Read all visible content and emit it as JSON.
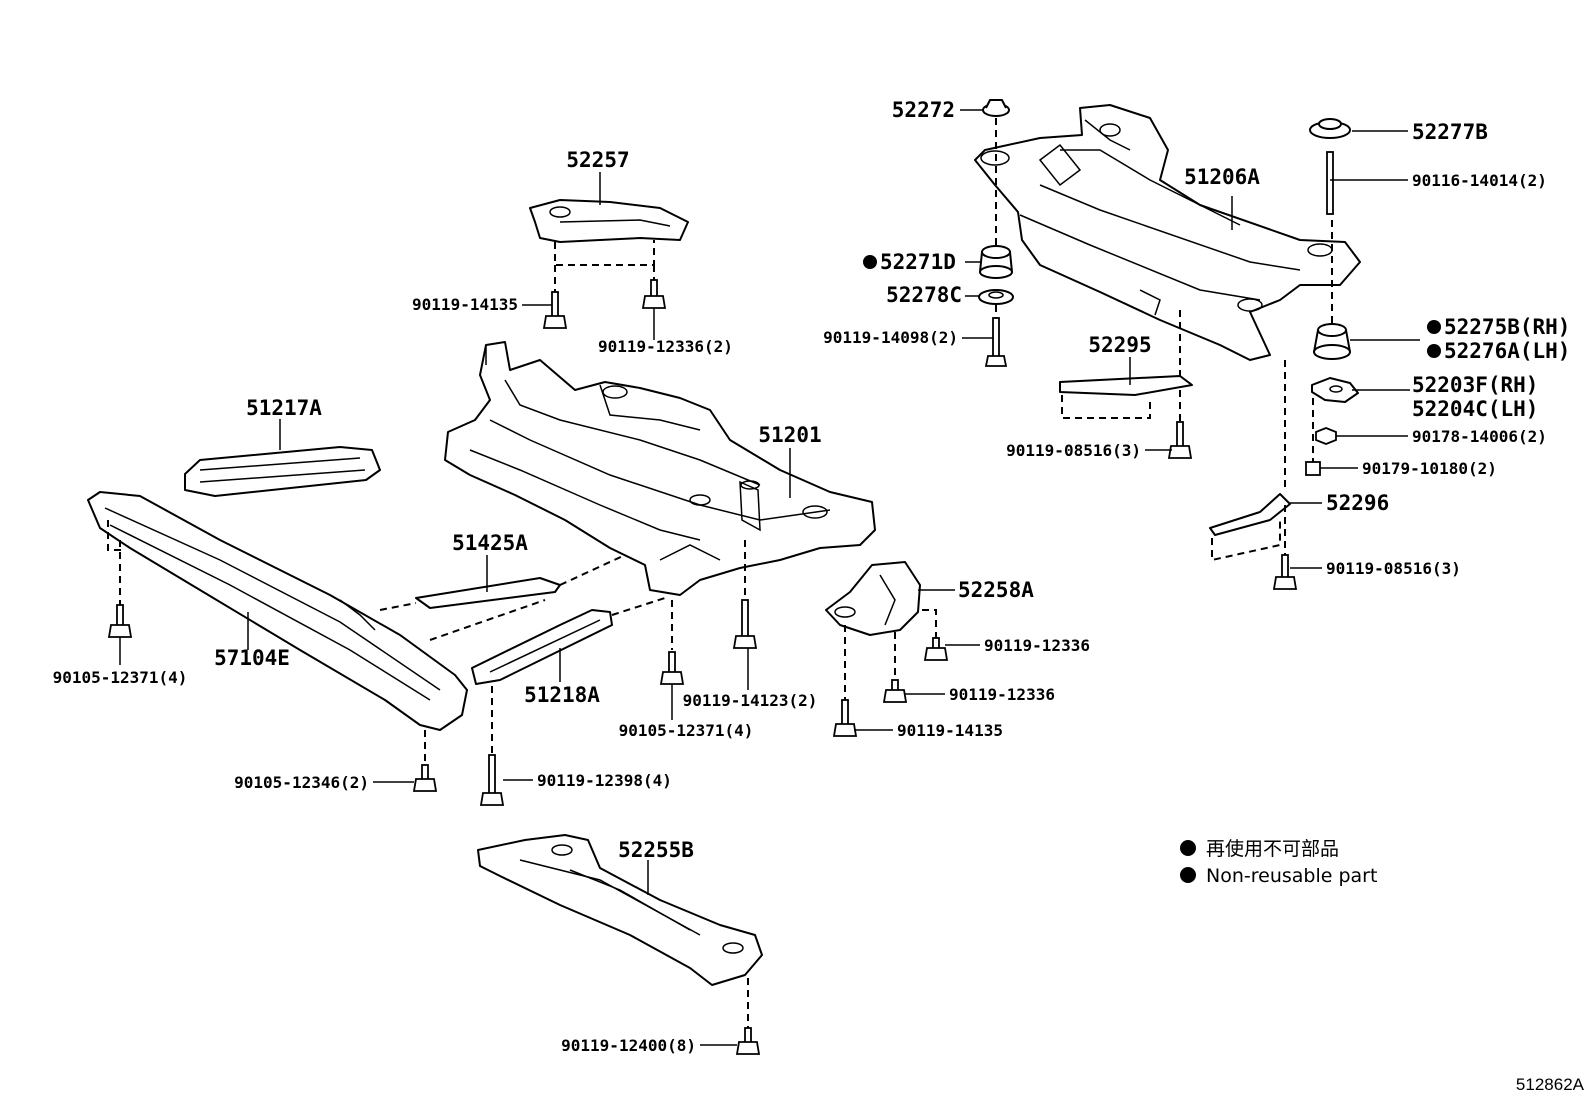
{
  "labels": {
    "p52272": "52272",
    "p52277b": "52277B",
    "p51206a": "51206A",
    "p90116_14014": "90116-14014(2)",
    "p52257": "52257",
    "p52271d": "52271D",
    "p52278c": "52278C",
    "p90119_14135_a": "90119-14135",
    "p90119_12336_2": "90119-12336(2)",
    "p90119_14098": "90119-14098(2)",
    "p52295": "52295",
    "p52275b": "52275B(RH)",
    "p52276a": "52276A(LH)",
    "p52203f": "52203F(RH)",
    "p52204c": "52204C(LH)",
    "p90178_14006": "90178-14006(2)",
    "p90179_10180": "90179-10180(2)",
    "p51217a": "51217A",
    "p51201": "51201",
    "p90119_08516_a": "90119-08516(3)",
    "p52296": "52296",
    "p90119_08516_b": "90119-08516(3)",
    "p51425a": "51425A",
    "p52258a": "52258A",
    "p57104e": "57104E",
    "p90119_12336_a": "90119-12336",
    "p90105_12371_a": "90105-12371(4)",
    "p90119_12336_b": "90119-12336",
    "p51218a": "51218A",
    "p90119_14123": "90119-14123(2)",
    "p90119_14135_b": "90119-14135",
    "p90105_12371_b": "90105-12371(4)",
    "p90105_12346": "90105-12346(2)",
    "p90119_12398": "90119-12398(4)",
    "p52255b": "52255B",
    "p90119_12400": "90119-12400(8)"
  },
  "legend": {
    "jp": "再使用不可部品",
    "en": "Non-reusable part"
  },
  "document_id": "512862A"
}
